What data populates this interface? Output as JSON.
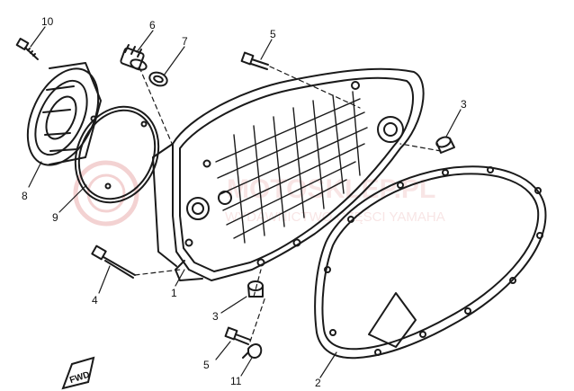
{
  "diagram": {
    "colors": {
      "ink": "#1a1a1a",
      "watermark": "#e3a0a0"
    },
    "callouts": [
      {
        "id": "c10",
        "label": "10"
      },
      {
        "id": "c6",
        "label": "6"
      },
      {
        "id": "c7",
        "label": "7"
      },
      {
        "id": "c5a",
        "label": "5"
      },
      {
        "id": "c3a",
        "label": "3"
      },
      {
        "id": "c8",
        "label": "8"
      },
      {
        "id": "c9",
        "label": "9"
      },
      {
        "id": "c4",
        "label": "4"
      },
      {
        "id": "c1",
        "label": "1"
      },
      {
        "id": "c3b",
        "label": "3"
      },
      {
        "id": "c5b",
        "label": "5"
      },
      {
        "id": "c11",
        "label": "11"
      },
      {
        "id": "c2",
        "label": "2"
      }
    ],
    "fwd_label": "FWD",
    "watermark": {
      "brand": "MOTOSKLEP.PL",
      "tagline": "WYDAWNICTWO CZĘŚCI YAMAHA"
    }
  }
}
